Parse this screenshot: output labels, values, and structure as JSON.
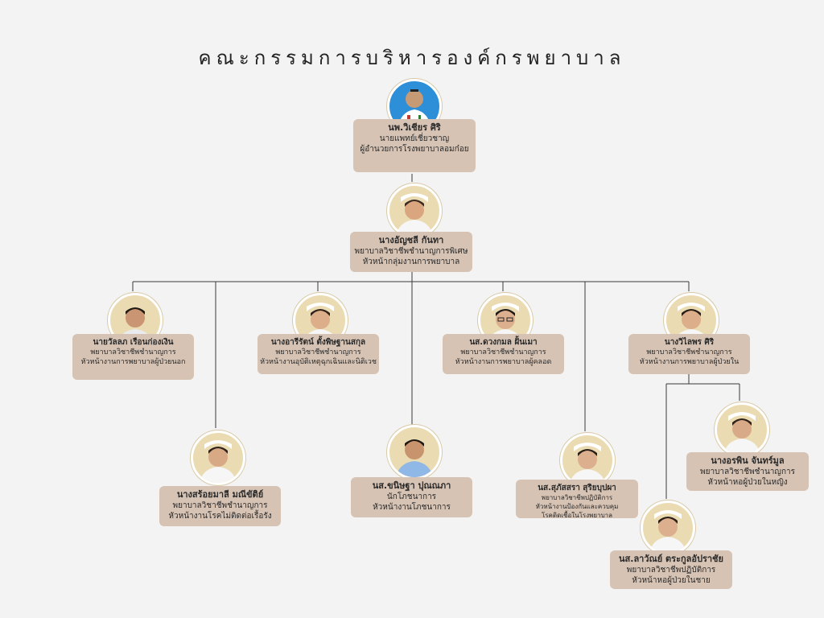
{
  "title": "คณะกรรมการบริหารองค์กรพยาบาล",
  "members": [
    {
      "id": "director",
      "name": "นพ.วิเชียร ศิริ",
      "role1": "นายแพทย์เชี่ยวชาญ",
      "role2": "ผู้อำนวยการโรงพยาบาลอมก๋อย",
      "icon": "person-photo-icon"
    },
    {
      "id": "head-nursing",
      "name": "นางอัญชลี กันทา",
      "role1": "พยาบาลวิชาชีพชำนาญการพิเศษ",
      "role2": "หัวหน้ากลุ่มงานการพยาบาล",
      "icon": "person-photo-icon"
    },
    {
      "id": "outpatient",
      "name": "นายวัลลภ เรือนก่องเงิน",
      "role1": "พยาบาลวิชาชีพชำนาญการ",
      "role2": "หัวหน้างานการพยาบาลผู้ป่วยนอก",
      "icon": "person-photo-icon"
    },
    {
      "id": "emergency",
      "name": "นางอารีรัตน์ ตั้งพิษฐานสกุล",
      "role1": "พยาบาลวิชาชีพชำนาญการ",
      "role2": "หัวหน้างานอุบัติเหตุฉุกเฉินและนิติเวช",
      "icon": "person-photo-icon"
    },
    {
      "id": "delivery",
      "name": "นส.ดวงกมล ฝั้นเมา",
      "role1": "พยาบาลวิชาชีพชำนาญการ",
      "role2": "หัวหน้างานการพยาบาลผู้คลอด",
      "icon": "person-photo-icon"
    },
    {
      "id": "inpatient",
      "name": "นางวิไลพร ศิริ",
      "role1": "พยาบาลวิชาชีพชำนาญการ",
      "role2": "หัวหน้างานการพยาบาลผู้ป่วยใน",
      "icon": "person-photo-icon"
    },
    {
      "id": "ncd",
      "name": "นางสร้อยมาลี มณีขัติย์",
      "role1": "พยาบาลวิชาชีพชำนาญการ",
      "role2": "หัวหน้างานโรคไม่ติดต่อเรื้อรัง",
      "icon": "person-photo-icon"
    },
    {
      "id": "nutrition",
      "name": "นส.ขนิษฐา ปุณณภา",
      "role1": "นักโภชนาการ",
      "role2": "หัวหน้างานโภชนาการ",
      "icon": "person-photo-icon"
    },
    {
      "id": "infection",
      "name": "นส.สุภัสสรา สุริยบุปผา",
      "role1": "พยาบาลวิชาชีพปฏิบัติการ",
      "role2": "หัวหน้างานป้องกันและควบคุม",
      "role3": "โรคติดเชื้อในโรงพยาบาล",
      "icon": "person-photo-icon"
    },
    {
      "id": "female-ward",
      "name": "นางอรพิน จันทร์มูล",
      "role1": "พยาบาลวิชาชีพชำนาญการ",
      "role2": "หัวหน้าหอผู้ป่วยในหญิง",
      "icon": "person-photo-icon"
    },
    {
      "id": "male-ward",
      "name": "นส.ลาวัณย์ ตระกูลอัปราชัย",
      "role1": "พยาบาลวิชาชีพปฏิบัติการ",
      "role2": "หัวหน้าหอผู้ป่วยในชาย",
      "icon": "person-photo-icon"
    }
  ]
}
